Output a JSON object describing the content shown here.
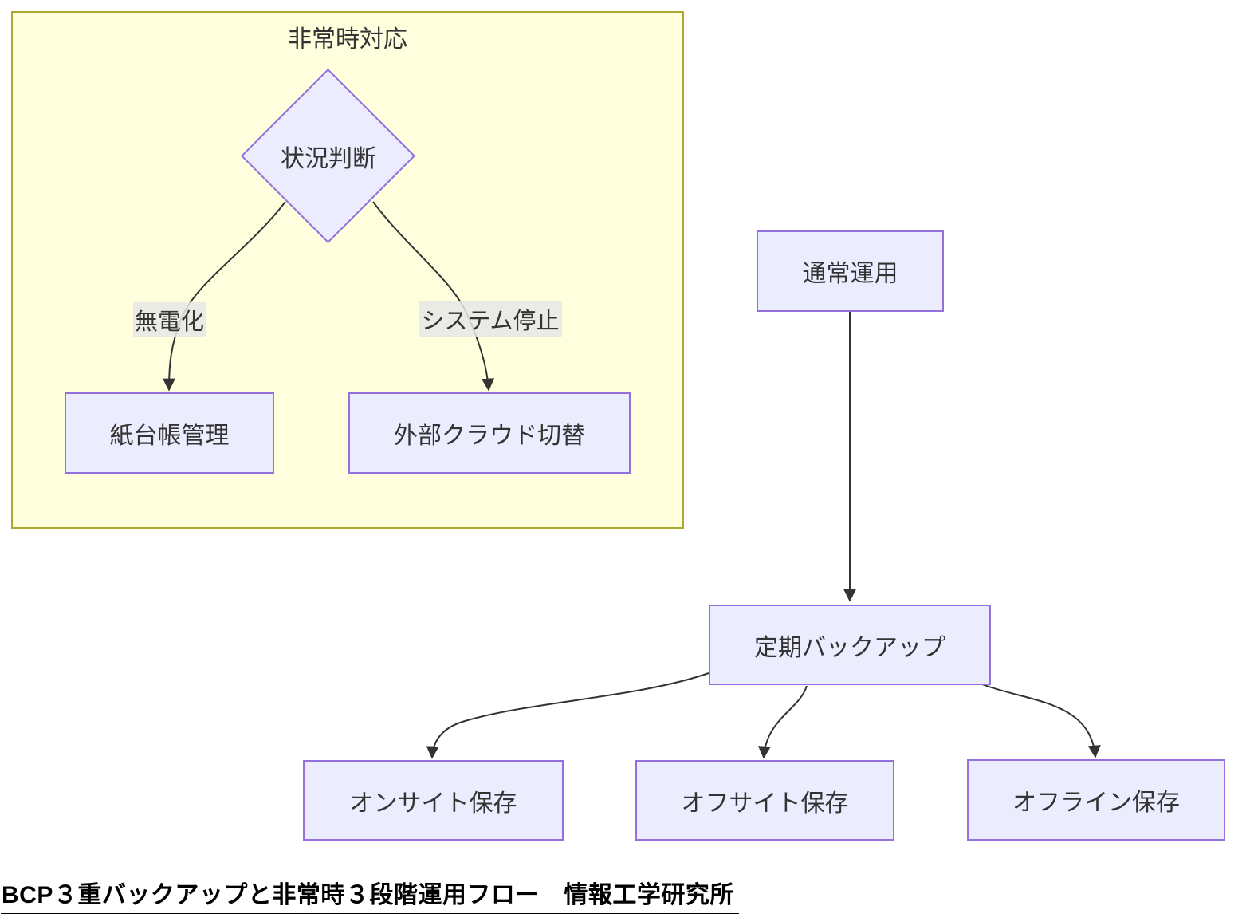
{
  "diagram": {
    "subgraph_title": "非常時対応",
    "nodes": {
      "situation": "状況判断",
      "paper": "紙台帳管理",
      "cloud": "外部クラウド切替",
      "normal": "通常運用",
      "backup": "定期バックアップ",
      "onsite": "オンサイト保存",
      "offsite": "オフサイト保存",
      "offline": "オフライン保存"
    },
    "edges": [
      {
        "from": "situation",
        "to": "paper",
        "label": "無電化"
      },
      {
        "from": "situation",
        "to": "cloud",
        "label": "システム停止"
      },
      {
        "from": "normal",
        "to": "backup",
        "label": ""
      },
      {
        "from": "backup",
        "to": "onsite",
        "label": ""
      },
      {
        "from": "backup",
        "to": "offsite",
        "label": ""
      },
      {
        "from": "backup",
        "to": "offline",
        "label": ""
      }
    ],
    "caption": "BCP３重バックアップと非常時３段階運用フロー　情報工学研究所",
    "colors": {
      "node_fill": "#ECECFF",
      "node_border": "#9370DB",
      "subgraph_fill": "#FFFFDE",
      "subgraph_border": "#AAAA33",
      "edge": "#333333",
      "edge_label_bg": "#E8E8E8",
      "text": "#333333",
      "caption_text": "#000000"
    }
  }
}
